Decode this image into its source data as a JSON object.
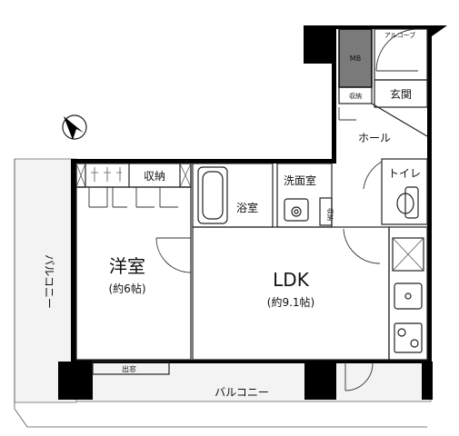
{
  "rooms": {
    "western_room": {
      "name": "洋室",
      "size": "(約6帖)"
    },
    "ldk": {
      "name": "LDK",
      "size": "(約9.1帖)"
    },
    "balcony_west": "バルコニー",
    "balcony_south": "バルコニー",
    "closet_west": "収納",
    "closet_entry": "収納",
    "closet_wash": "収納",
    "bathroom": "浴室",
    "washroom": "洗面室",
    "toilet": "トイレ",
    "hall": "ホール",
    "entrance": "玄関",
    "alcove": "アルコーブ",
    "mb": "MB",
    "bay_window": "出窓"
  },
  "icons": [
    "north-compass-icon",
    "bathtub-icon",
    "washbasin-icon",
    "toilet-icon",
    "kitchen-sink-icon",
    "stove-icon",
    "refrigerator-space-icon"
  ],
  "colors": {
    "wall": "#000000",
    "mb_fill": "#7a7a7a",
    "balcony_fill": "#f3f3f3",
    "room_fill": "#ffffff"
  }
}
